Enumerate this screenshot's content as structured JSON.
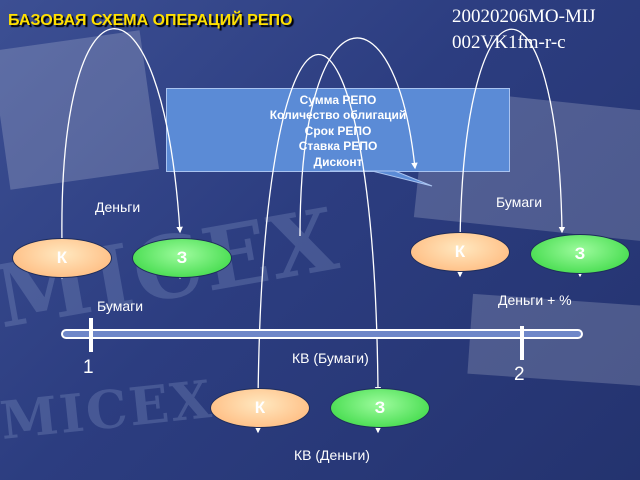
{
  "title": "БАЗОВАЯ СХЕМА ОПЕРАЦИЙ РЕПО",
  "code": {
    "line1": "20020206MO-MIJ",
    "line2": "002VK1fm-r-c"
  },
  "info_box": {
    "lines": [
      "Сумма РЕПО",
      "Количество облигаций",
      "Срок РЕПО",
      "Ставка РЕПО",
      "Дисконт"
    ]
  },
  "nodes": {
    "left_k": "К",
    "left_z": "З",
    "right_k": "К",
    "right_z": "З",
    "bottom_k": "К",
    "bottom_z": "З"
  },
  "labels": {
    "money_left": "Деньги",
    "papers_left": "Бумаги",
    "papers_right": "Бумаги",
    "money_plus_percent": "Деньги +  %",
    "kv_papers": "КВ (Бумаги)",
    "kv_money": "КВ (Деньги)"
  },
  "timeline": {
    "start": "1",
    "end": "2"
  },
  "watermark": {
    "text": "MICEX"
  },
  "colors": {
    "title": "#ffe000",
    "counterparty_k": "#ffb374",
    "counterparty_z": "#2fd43a",
    "info_box": "#5b8bd6"
  }
}
